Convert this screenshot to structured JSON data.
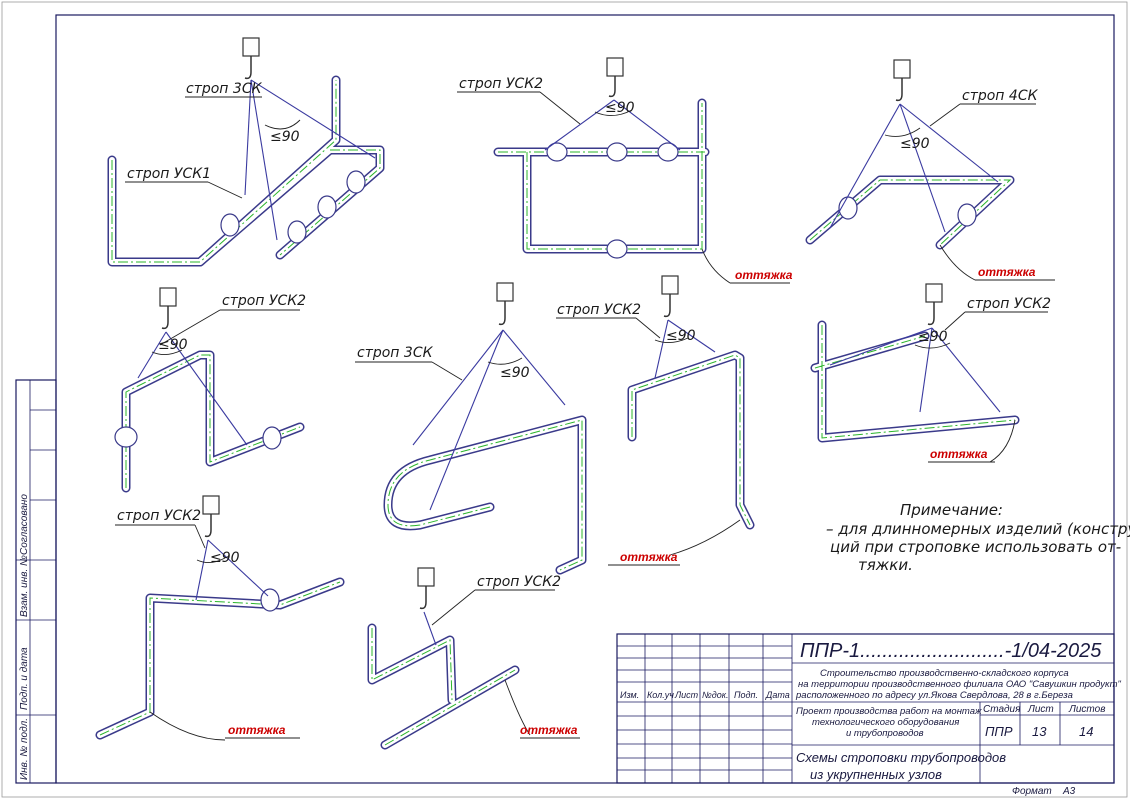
{
  "sheet": {
    "doc_code": "ППР-1..........................-1/04-2025",
    "project_lines": [
      "Строительство производственно-складского корпуса",
      "на территории производственного филиала ОАО \"Савушкин продукт\"",
      "расположенного по адресу ул.Якова Свердлова, 28 в г.Береза"
    ],
    "section_lines": [
      "Проект производства работ на монтаж",
      "технологического оборудования",
      "и трубопроводов"
    ],
    "sheet_title_lines": [
      "Схемы строповки трубопроводов",
      "из укрупненных узлов"
    ],
    "rev_headers": [
      "Изм.",
      "Кол.уч",
      "Лист",
      "№док.",
      "Подп.",
      "Дата"
    ],
    "stage_header": "Стадия",
    "sheet_header": "Лист",
    "sheets_header": "Листов",
    "stage": "ППР",
    "sheet_no": "13",
    "sheets_total": "14",
    "format_label": "Формат",
    "format_value": "А3",
    "side_stamp": [
      "Согласовано",
      "Взам. инв. №",
      "Подп. и дата",
      "Инв. № подл."
    ]
  },
  "note": {
    "title": "Примечание:",
    "lines": [
      "– для длинномерных изделий (конструк-",
      "ций при строповке использовать от-",
      "тяжки."
    ]
  },
  "labels": {
    "d1_sling_a": "строп 3СК",
    "d1_sling_b": "строп УСК1",
    "d1_angle": "90",
    "d2_sling": "строп УСК2",
    "d2_angle": "90",
    "d2_guy": "оттяжка",
    "d3_sling": "строп 4СК",
    "d3_angle": "90",
    "d3_guy": "оттяжка",
    "d4_sling": "строп УСК2",
    "d4_angle": "90",
    "d5_sling": "строп 3СК",
    "d5_angle": "90",
    "d6_sling": "строп УСК2",
    "d6_angle": "90",
    "d6_guy": "оттяжка",
    "d7_sling": "строп УСК2",
    "d7_angle": "90",
    "d7_guy": "оттяжка",
    "d8_sling": "строп УСК2",
    "d8_angle": "90",
    "d8_guy": "оттяжка",
    "d9_sling": "строп УСК2",
    "d9_guy": "оттяжка"
  },
  "colors": {
    "frame": "#1a1a60",
    "pipe": "#3a3a8a",
    "axis": "#2bb52b",
    "guy_label": "#cc0000"
  }
}
